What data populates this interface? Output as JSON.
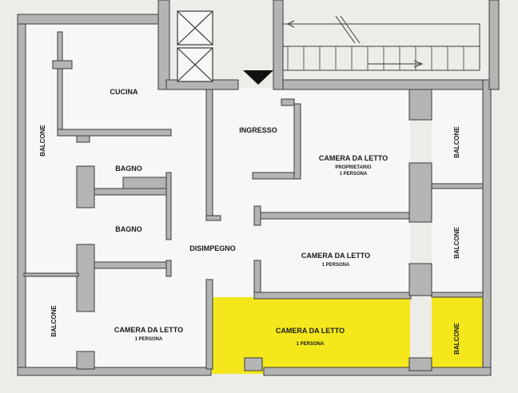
{
  "colors": {
    "wall": "#b4b4b2",
    "wall_stroke": "#3a3a3a",
    "floor": "#f7f7f5",
    "outside": "#ecece9",
    "highlight": "#f4e81c",
    "marker": "#111111"
  },
  "rooms": {
    "cucina": {
      "label": "CUCINA"
    },
    "bagno_1": {
      "label": "BAGNO"
    },
    "bagno_2": {
      "label": "BAGNO"
    },
    "ingresso": {
      "label": "INGRESSO"
    },
    "disimpegno": {
      "label": "DISIMPEGNO"
    },
    "camera_proprietario": {
      "label": "CAMERA DA LETTO",
      "line2": "PROPRIETARIO",
      "line3": "1 PERSONA"
    },
    "camera_mid_right": {
      "label": "CAMERA DA LETTO",
      "line2": "1 PERSONA"
    },
    "camera_bottom_left": {
      "label": "CAMERA DA LETTO",
      "line2": "1 PERSONA"
    },
    "camera_highlighted": {
      "label": "CAMERA DA LETTO",
      "line2": "1 PERSONA",
      "highlighted": true
    }
  },
  "balconies": {
    "left_top": {
      "label": "BALCONE"
    },
    "left_bottom": {
      "label": "BALCONE"
    },
    "right_top": {
      "label": "BALCONE"
    },
    "right_mid": {
      "label": "BALCONE"
    },
    "right_bottom": {
      "label": "BALCONE",
      "highlighted": true
    }
  },
  "symbols": {
    "entrance": "entrance-arrow-icon",
    "elevator": "elevator-cross-icon",
    "stairs": "staircase-icon"
  }
}
